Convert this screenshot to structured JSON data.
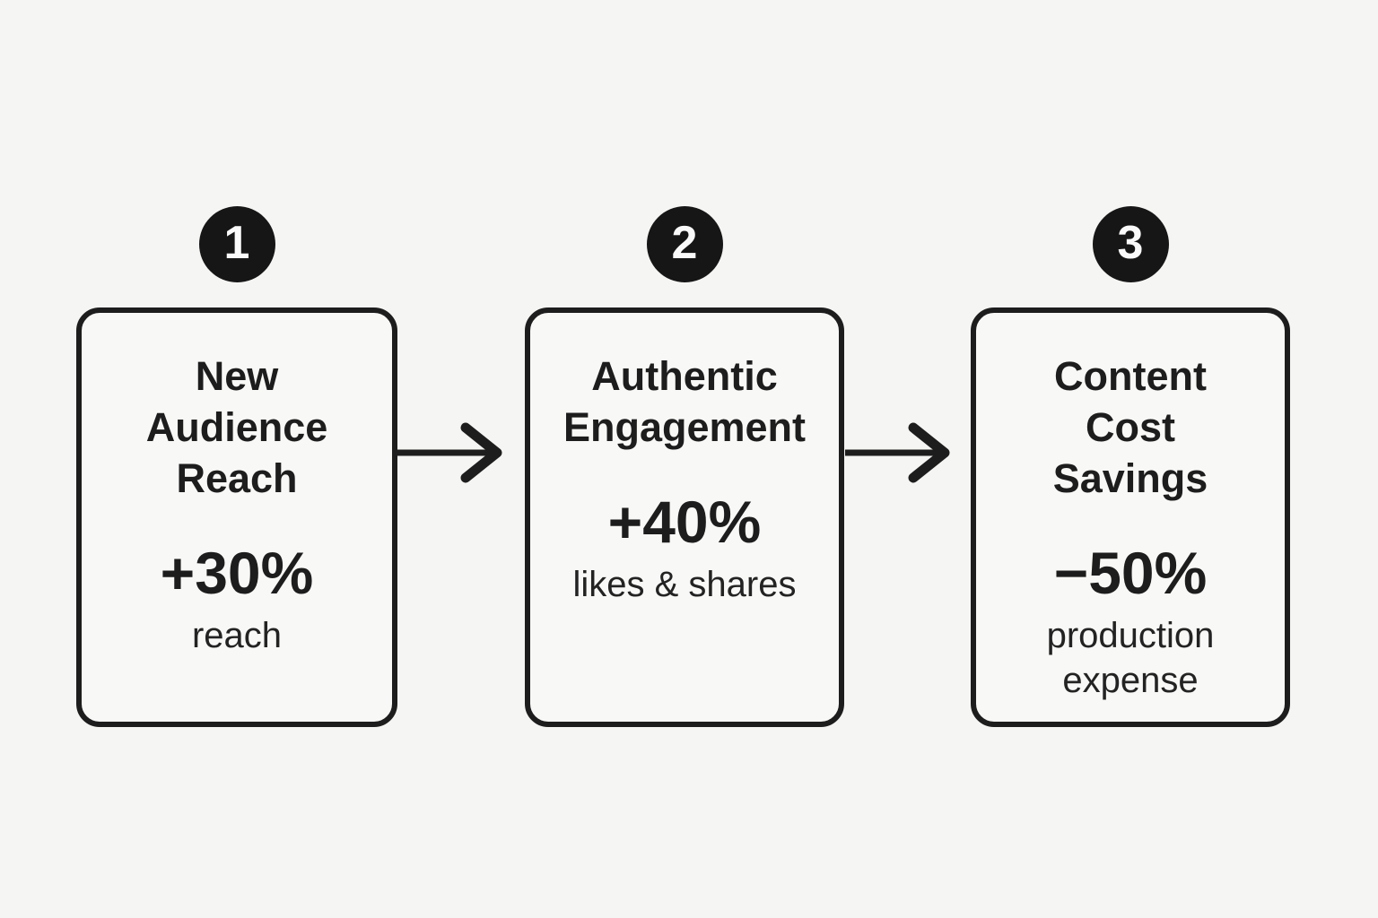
{
  "colors": {
    "background": "#f5f5f3",
    "ink": "#1d1d1d",
    "badge_fill": "#161616",
    "badge_text": "#fafafa",
    "card_fill": "#f8f8f6"
  },
  "steps": [
    {
      "badge": "1",
      "title": "New\nAudience\nReach",
      "metric": "+30%",
      "sub": "reach"
    },
    {
      "badge": "2",
      "title": "Authentic\nEngagement",
      "metric": "+40%",
      "sub": "likes & shares"
    },
    {
      "badge": "3",
      "title": "Content\nCost\nSavings",
      "metric": "−50%",
      "sub": "production\nexpense"
    }
  ]
}
